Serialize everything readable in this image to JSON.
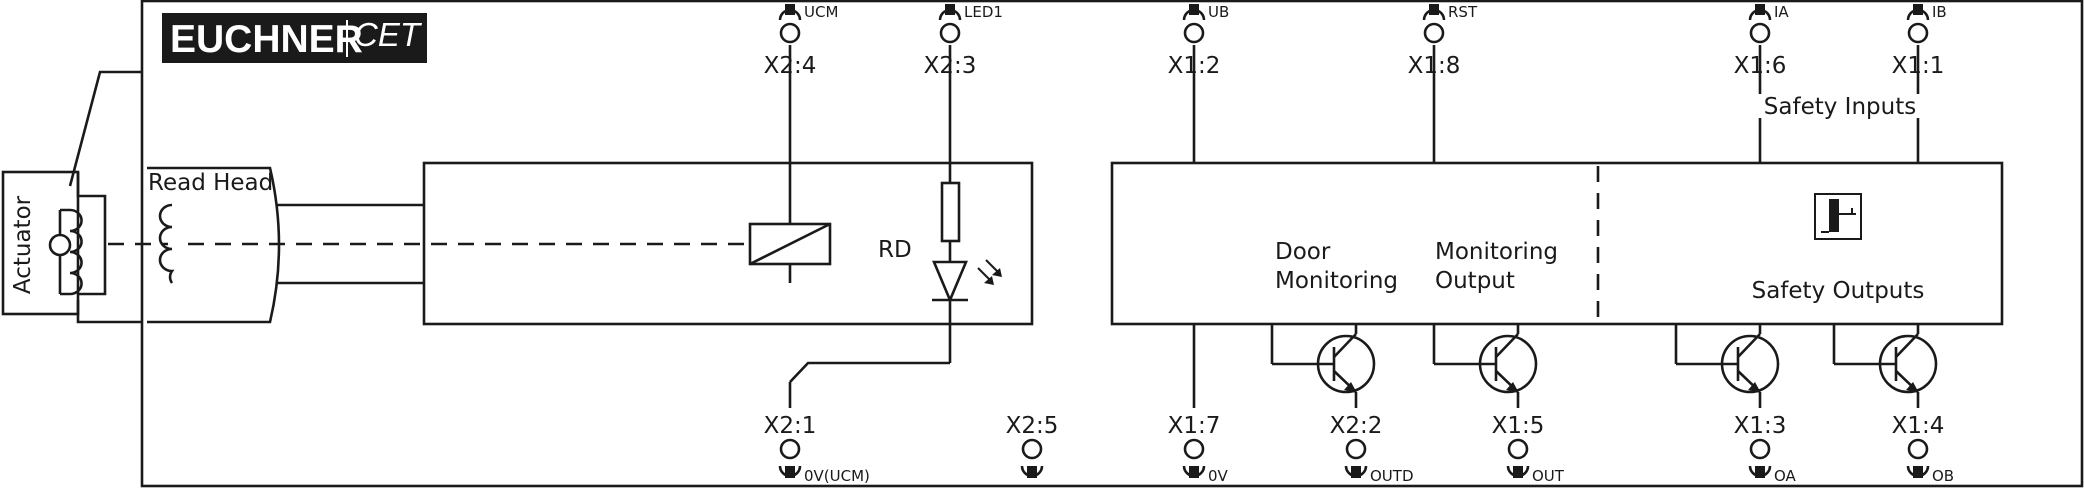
{
  "logo": {
    "brand": "EUCHNER",
    "product": "CET",
    "background": "#1a1a1a"
  },
  "labels": {
    "actuator": "Actuator",
    "read_head": "Read Head",
    "rd": "RD",
    "door_monitoring_1": "Door",
    "door_monitoring_2": "Monitoring",
    "monitoring_output_1": "Monitoring",
    "monitoring_output_2": "Output",
    "safety_inputs": "Safety Inputs",
    "safety_outputs": "Safety Outputs"
  },
  "top_terminals": [
    {
      "id": "X2:4",
      "signal": "UCM"
    },
    {
      "id": "X2:3",
      "signal": "LED1"
    },
    {
      "id": "X1:2",
      "signal": "UB"
    },
    {
      "id": "X1:8",
      "signal": "RST"
    },
    {
      "id": "X1:6",
      "signal": "IA"
    },
    {
      "id": "X1:1",
      "signal": "IB"
    }
  ],
  "bottom_terminals": [
    {
      "id": "X2:1",
      "signal": "0V(UCM)"
    },
    {
      "id": "X2:5",
      "signal": ""
    },
    {
      "id": "X1:7",
      "signal": "0V"
    },
    {
      "id": "X2:2",
      "signal": "OUTD"
    },
    {
      "id": "X1:5",
      "signal": "OUT"
    },
    {
      "id": "X1:3",
      "signal": "OA"
    },
    {
      "id": "X1:4",
      "signal": "OB"
    }
  ]
}
